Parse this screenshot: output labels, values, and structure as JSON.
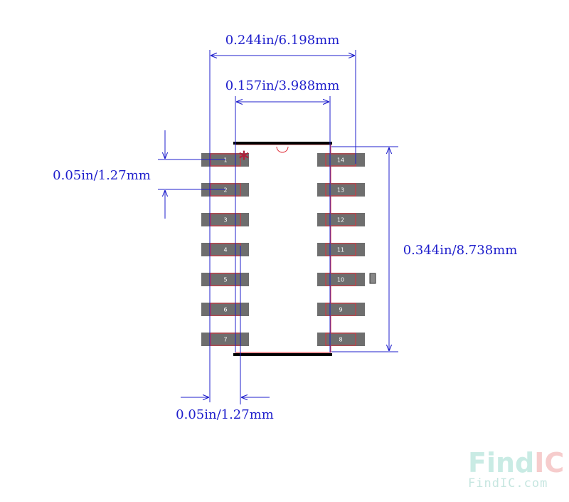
{
  "dimensions": {
    "overall_width": "0.244in/6.198mm",
    "body_width": "0.157in/3.988mm",
    "pin_pitch": "0.05in/1.27mm",
    "body_length": "0.344in/8.738mm",
    "pad_width": "0.05in/1.27mm"
  },
  "pins": {
    "left": [
      "1",
      "2",
      "3",
      "4",
      "5",
      "6",
      "7"
    ],
    "right": [
      "14",
      "13",
      "12",
      "11",
      "10",
      "9",
      "8"
    ]
  },
  "pin1_marker": "*",
  "colors": {
    "dimension": "#1f1fcc",
    "pad": "#6e6e6e",
    "outline": "#e0303a",
    "body_edge": "#000000",
    "marker": "#b0203a",
    "logo_find": "#c9ebe4",
    "logo_ic": "#f6cccc"
  },
  "logo": {
    "find": "Find",
    "ic": "IC",
    "sub": "FindIC.com"
  }
}
